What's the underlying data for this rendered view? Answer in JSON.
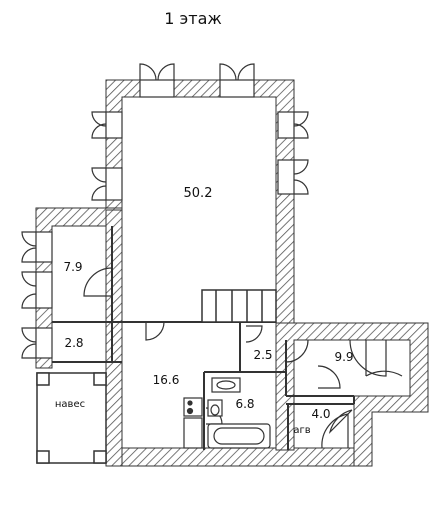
{
  "plan": {
    "title": "1 этаж",
    "rooms": [
      {
        "id": "main-hall",
        "area": "50.2"
      },
      {
        "id": "room-left",
        "area": "7.9"
      },
      {
        "id": "closet-left",
        "area": "2.8"
      },
      {
        "id": "hallway",
        "area": "16.6"
      },
      {
        "id": "storage",
        "area": "2.5"
      },
      {
        "id": "room-right",
        "area": "9.9"
      },
      {
        "id": "bathroom",
        "area": "6.8"
      },
      {
        "id": "boiler-room",
        "area": "4.0"
      }
    ],
    "labels": {
      "canopy": "навес",
      "boiler": "агв"
    },
    "colors": {
      "wall_stroke": "#333333",
      "hatch": "#555555",
      "background": "#ffffff"
    }
  }
}
